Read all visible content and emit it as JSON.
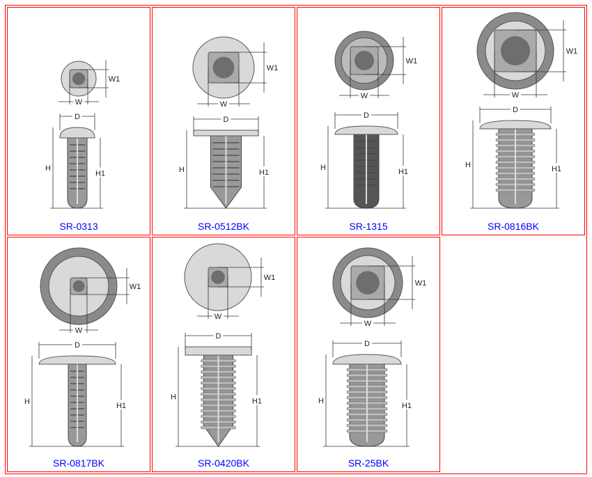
{
  "products": [
    {
      "name": "SR-0313"
    },
    {
      "name": "SR-0512BK"
    },
    {
      "name": "SR-1315"
    },
    {
      "name": "SR-0816BK"
    },
    {
      "name": "SR-0817BK"
    },
    {
      "name": "SR-0420BK"
    },
    {
      "name": "SR-25BK"
    }
  ],
  "dimension_labels": {
    "d": "D",
    "h": "H",
    "h1": "H1",
    "w": "W",
    "w1": "W1"
  },
  "colors": {
    "border": "#ff0000",
    "link": "#0000ff",
    "part_light": "#d9d9d9",
    "part_dark": "#6e6e6e"
  }
}
